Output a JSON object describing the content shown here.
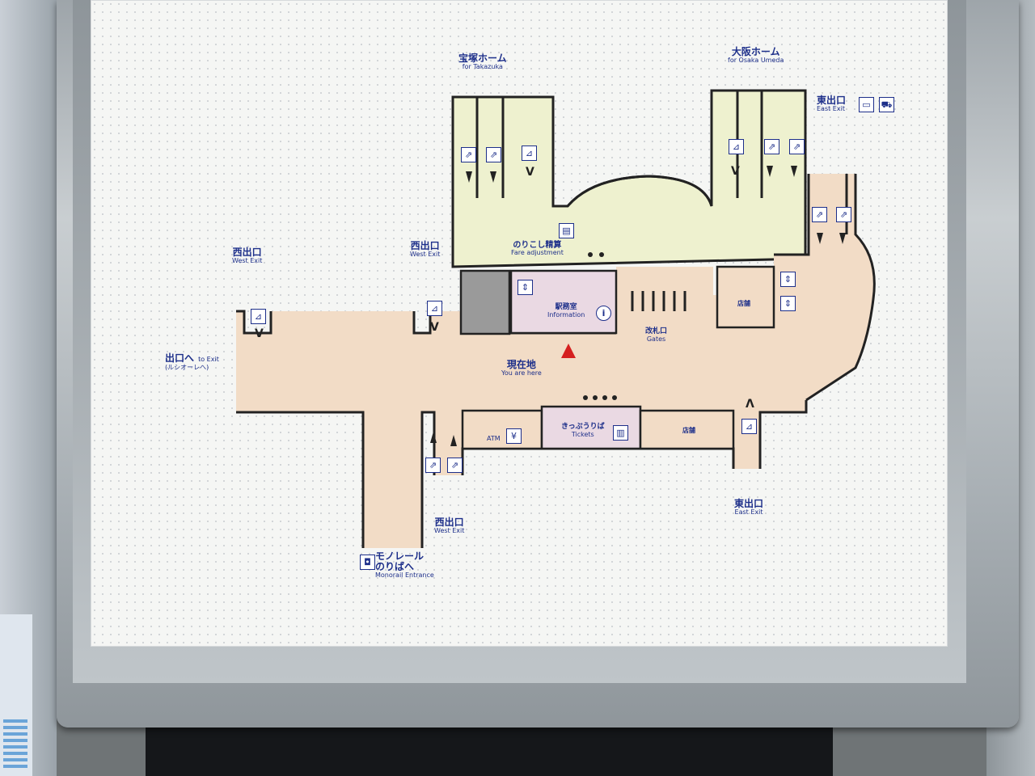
{
  "platforms": {
    "takarazuka": {
      "jp": "宝塚ホーム",
      "en": "for Takazuka"
    },
    "osaka": {
      "jp": "大阪ホーム",
      "en": "for Osaka Umeda"
    }
  },
  "exits": {
    "east_top": {
      "jp": "東出口",
      "en": "East Exit"
    },
    "east_bottom": {
      "jp": "東出口",
      "en": "East Exit"
    },
    "west_far_left": {
      "jp": "西出口",
      "en": "West Exit"
    },
    "west_mid": {
      "jp": "西出口",
      "en": "West Exit"
    },
    "west_bottom": {
      "jp": "西出口",
      "en": "West Exit"
    },
    "to_exit": {
      "jp": "出口へ",
      "en": "to Exit",
      "sub": "(ルシオーレへ)"
    }
  },
  "facilities": {
    "fare_adjustment": {
      "jp": "のりこし精算",
      "en": "Fare adjustment"
    },
    "information": {
      "jp": "駅務室",
      "en": "Information"
    },
    "gates": {
      "jp": "改札口",
      "en": "Gates"
    },
    "tickets": {
      "jp": "きっぷうりば",
      "en": "Tickets"
    },
    "atm": "ATM",
    "shop_right": "店舗",
    "shop_bottom": "店舗",
    "you_are_here": {
      "jp": "現在地",
      "en": "You are here"
    },
    "monorail": {
      "jp1": "モノレール",
      "jp2": "のりばへ",
      "en": "Monorail Entrance"
    }
  },
  "icons": {
    "escalator": "escalator-icon",
    "stairs": "stairs-icon",
    "elevator": "elevator-icon",
    "information": "info-icon",
    "bus": "bus-icon",
    "taxi": "taxi-icon",
    "monorail": "monorail-icon",
    "atm": "atm-icon",
    "ticket_machine": "ticket-machine-icon",
    "fare_machine": "fare-adjustment-icon"
  },
  "colors": {
    "concourse": "#f2dcc6",
    "platform": "#eef1cf",
    "office": "#ead9e3",
    "ink": "#1d2f8a",
    "you_are_here": "#d51f1f"
  }
}
